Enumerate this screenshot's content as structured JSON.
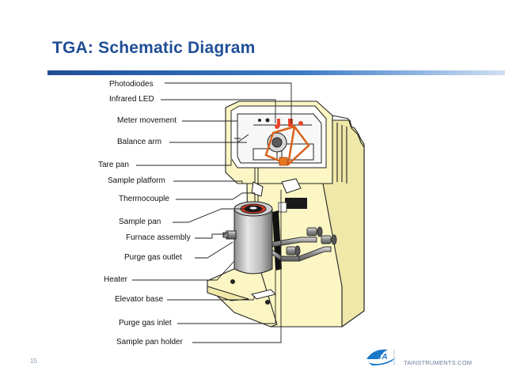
{
  "title": "TGA: Schematic Diagram",
  "page_number": "15",
  "brand": {
    "logo_text": "TA",
    "url": "TAINSTRUMENTS.COM"
  },
  "labels": {
    "photodiodes": "Photodiodes",
    "infrared_led": "Infrared LED",
    "meter_movement": "Meter movement",
    "balance_arm": "Balance arm",
    "tare_pan": "Tare pan",
    "sample_platform": "Sample platform",
    "thermocouple": "Thermocouple",
    "sample_pan": "Sample pan",
    "furnace_assembly": "Furnace assembly",
    "purge_gas_outlet": "Purge gas outlet",
    "heater": "Heater",
    "elevator_base": "Elevator base",
    "purge_gas_inlet": "Purge gas inlet",
    "sample_pan_holder": "Sample pan holder"
  },
  "colors": {
    "title": "#1f4e96",
    "cabinet": "#fbf6c4",
    "heater_orange": "#e87722",
    "brand_blue": "#1a77c9"
  }
}
